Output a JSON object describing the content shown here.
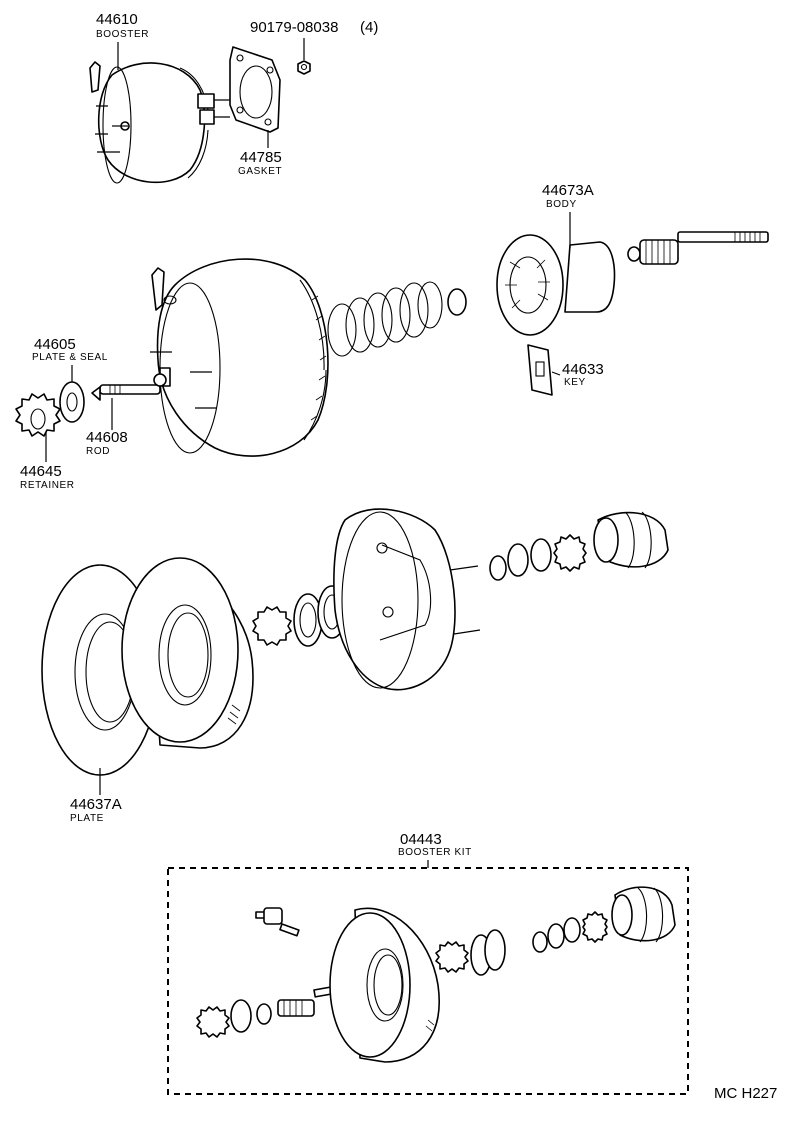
{
  "parts": [
    {
      "id": "booster",
      "number": "44610",
      "name": "BOOSTER"
    },
    {
      "id": "nut",
      "number": "90179-08038",
      "qty": "(4)"
    },
    {
      "id": "gasket",
      "number": "44785",
      "name": "GASKET"
    },
    {
      "id": "body",
      "number": "44673A",
      "name": "BODY"
    },
    {
      "id": "plate-seal",
      "number": "44605",
      "name": "PLATE & SEAL"
    },
    {
      "id": "key",
      "number": "44633",
      "name": "KEY"
    },
    {
      "id": "rod",
      "number": "44608",
      "name": "ROD"
    },
    {
      "id": "retainer",
      "number": "44645",
      "name": "RETAINER"
    },
    {
      "id": "plate",
      "number": "44637A",
      "name": "PLATE"
    },
    {
      "id": "booster-kit",
      "number": "04443",
      "name": "BOOSTER KIT"
    }
  ],
  "figure_code": "MC H227"
}
